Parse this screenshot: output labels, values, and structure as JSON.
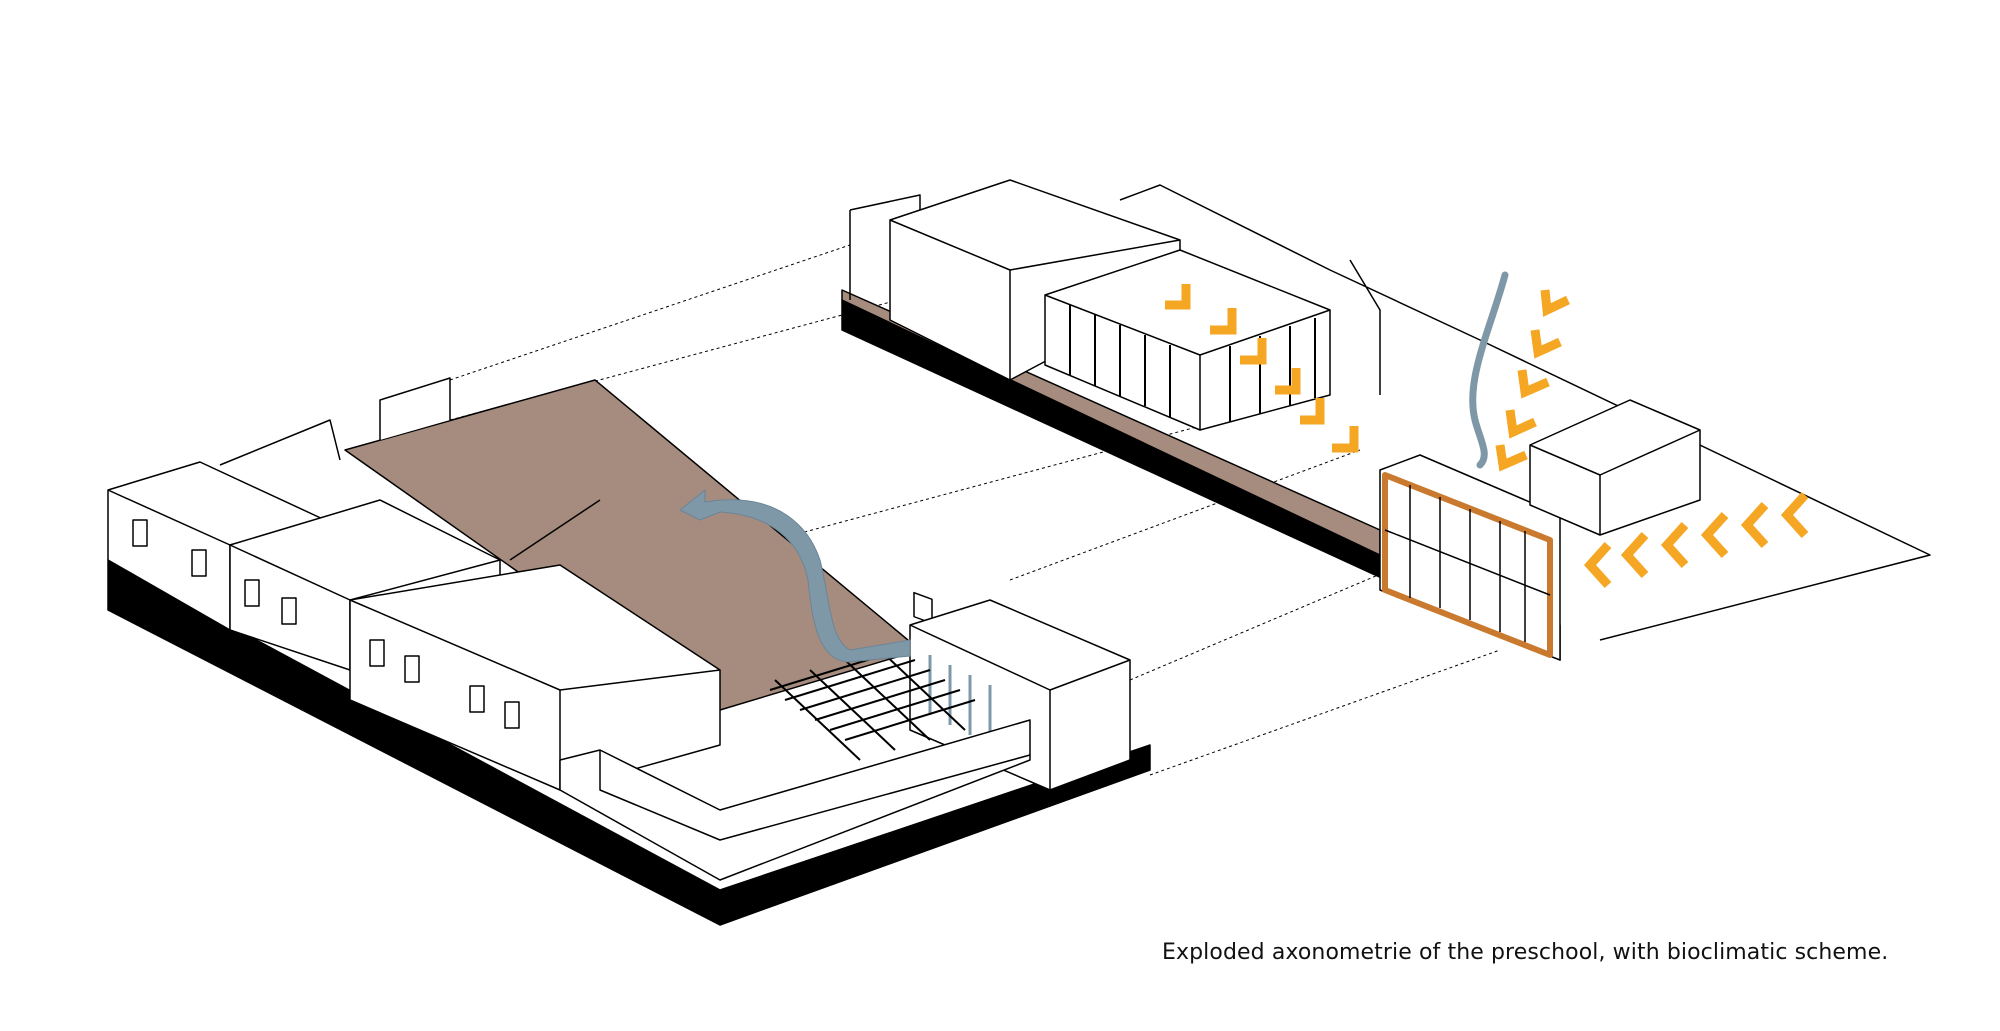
{
  "figure": {
    "caption": "Exploded axonometrie of the preschool, with bioclimatic scheme.",
    "colors": {
      "background": "#ffffff",
      "outline": "#000000",
      "plinth": "#000000",
      "courtyard_floor": "#a68c7e",
      "wind_arrow": "#7e98a8",
      "sun_chevrons": "#f5a623",
      "timber_frame": "#c97a2e"
    },
    "elements": {
      "left_block": "Lower building with classrooms, courtyard and pergola",
      "right_block": "Upper building with glazed volume and timber-framed facade",
      "ground_plane": "Exploded ground plate between volumes",
      "ventilation_arrow_left": "Curved air-flow arrow over courtyard",
      "ventilation_arrow_right": "Descending air-flow arrow to facade",
      "sun_chevrons_diagonal": "Diagonal chevron sequence (solar path)",
      "sun_chevrons_horizontal": "Horizontal chevron sequence towards facade"
    }
  }
}
